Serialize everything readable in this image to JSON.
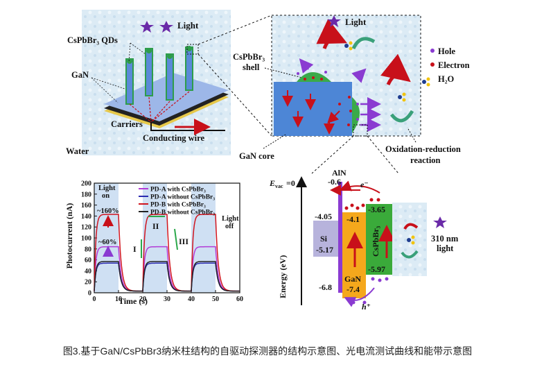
{
  "panel_a": {
    "light": "Light",
    "qds": "CsPbBr₃ QDs",
    "gan": "GaN",
    "carriers": "Carriers",
    "wire": "Conducting wire",
    "water": "Water"
  },
  "panel_b": {
    "light": "Light",
    "shell": "CsPbBr₃",
    "shell2": "shell",
    "core": "GaN core",
    "hole": "Hole",
    "electron": "Electron",
    "h2o": "H₂O",
    "redox": "Oxidation-reduction",
    "redox2": "reaction"
  },
  "panel_d": {
    "evac": "E",
    "evac_sub": "vac",
    "evac_eq": "=0",
    "ylabel": "Energy (eV)",
    "aln": "AlN",
    "v06": "-0.6",
    "v405": "-4.05",
    "si": "Si",
    "v517": "-5.17",
    "v68": "-6.8",
    "v41": "-4.1",
    "gan": "GaN",
    "v74": "-7.4",
    "v365": "-3.65",
    "cspbbr": "CsPbBr₃",
    "v597": "-5.97",
    "light1": "310 nm",
    "light2": "light",
    "e_label": "e⁻",
    "h_label": "h⁺"
  },
  "chart_data": {
    "type": "line",
    "xlabel": "Time (s)",
    "ylabel": "Photocurrent (nA)",
    "xlim": [
      0,
      60
    ],
    "ylim": [
      0,
      200
    ],
    "xticks": [
      0,
      10,
      20,
      30,
      40,
      50,
      60
    ],
    "yticks": [
      0,
      20,
      40,
      60,
      80,
      100,
      120,
      140,
      160,
      180,
      200
    ],
    "on_periods": [
      [
        0,
        10
      ],
      [
        20,
        30
      ],
      [
        40,
        50
      ]
    ],
    "annotations": {
      "light_on": "Light",
      "light_on2": "on",
      "light_off": "Light",
      "light_off2": "off",
      "pct160": "~160%",
      "pct60": "~60%",
      "stage1": "I",
      "stage2": "II",
      "stage3": "III"
    },
    "series": [
      {
        "name": "PD-A with CsPbBr₃",
        "color": "#b23ad6",
        "on_level": 81
      },
      {
        "name": "PD-A without CsPbBr₃",
        "color": "#2a2ab0",
        "on_level": 51
      },
      {
        "name": "PD-B with CsPbBr₃",
        "color": "#d0141e",
        "on_level": 140
      },
      {
        "name": "PD-B without CsPbBr₃",
        "color": "#222222",
        "on_level": 54
      }
    ]
  },
  "caption": "图3.基于GaN/CsPbBr3纳米柱结构的自驱动探测器的结构示意图、光电流测试曲线和能带示意图"
}
